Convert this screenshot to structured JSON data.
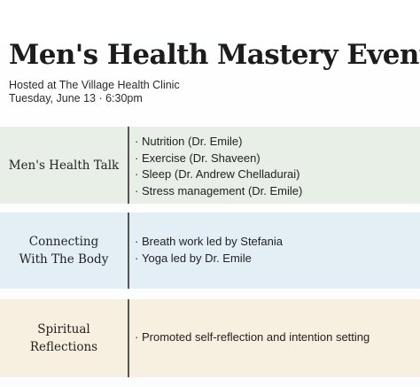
{
  "event": {
    "title": "Men's Health Mastery Event",
    "host": "Hosted at The Village Health Clinic",
    "date": "Tuesday, June 13 · 6:30pm"
  },
  "sessions": [
    {
      "label": "Men's Health Talk",
      "color": "#e8efe6",
      "items": [
        "Nutrition (Dr. Emile)",
        "Exercise (Dr. Shaveen)",
        "Sleep (Dr. Andrew Chelladurai)",
        "Stress management (Dr. Emile)"
      ]
    },
    {
      "label_lines": [
        "Connecting",
        "With The Body"
      ],
      "color": "#e3eff5",
      "items": [
        "Breath work led by Stefania",
        "Yoga led by Dr. Emile"
      ]
    },
    {
      "label_lines": [
        "Spiritual",
        "Reflections"
      ],
      "color": "#f7efdf",
      "items": [
        "Promoted self-reflection and intention setting"
      ]
    }
  ],
  "bullet": "·"
}
